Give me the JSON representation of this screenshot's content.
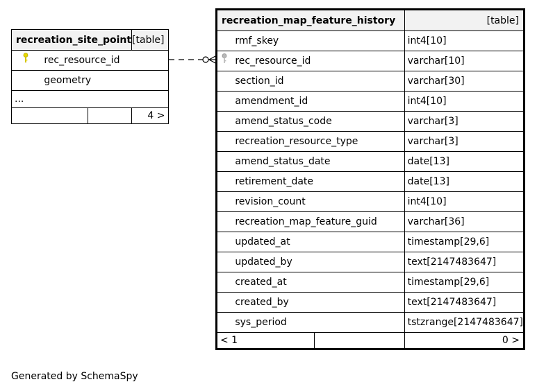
{
  "site_table": {
    "name": "recreation_site_point",
    "type_label": "[table]",
    "columns": [
      {
        "name": "rec_resource_id",
        "key": "primary-key"
      },
      {
        "name": "geometry",
        "key": ""
      }
    ],
    "ellipsis": "...",
    "footer": {
      "left": "",
      "middle": "",
      "right": "4 >"
    }
  },
  "history_table": {
    "name": "recreation_map_feature_history",
    "type_label": "[table]",
    "columns": [
      {
        "name": "rmf_skey",
        "type": "int4[10]",
        "key": ""
      },
      {
        "name": "rec_resource_id",
        "type": "varchar[10]",
        "key": "foreign-key"
      },
      {
        "name": "section_id",
        "type": "varchar[30]",
        "key": ""
      },
      {
        "name": "amendment_id",
        "type": "int4[10]",
        "key": ""
      },
      {
        "name": "amend_status_code",
        "type": "varchar[3]",
        "key": ""
      },
      {
        "name": "recreation_resource_type",
        "type": "varchar[3]",
        "key": ""
      },
      {
        "name": "amend_status_date",
        "type": "date[13]",
        "key": ""
      },
      {
        "name": "retirement_date",
        "type": "date[13]",
        "key": ""
      },
      {
        "name": "revision_count",
        "type": "int4[10]",
        "key": ""
      },
      {
        "name": "recreation_map_feature_guid",
        "type": "varchar[36]",
        "key": ""
      },
      {
        "name": "updated_at",
        "type": "timestamp[29,6]",
        "key": ""
      },
      {
        "name": "updated_by",
        "type": "text[2147483647]",
        "key": ""
      },
      {
        "name": "created_at",
        "type": "timestamp[29,6]",
        "key": ""
      },
      {
        "name": "created_by",
        "type": "text[2147483647]",
        "key": ""
      },
      {
        "name": "sys_period",
        "type": "tstzrange[2147483647]",
        "key": ""
      }
    ],
    "footer": {
      "left": "< 1",
      "middle": "",
      "right": "0 >"
    }
  },
  "relationship": {
    "from": "recreation_map_feature_history.rec_resource_id",
    "to": "recreation_site_point.rec_resource_id"
  },
  "colors": {
    "primary_key": "#e6d800",
    "foreign_key": "#a0a0a0",
    "header_bg": "#f2f2f2"
  },
  "credit": "Generated by SchemaSpy"
}
